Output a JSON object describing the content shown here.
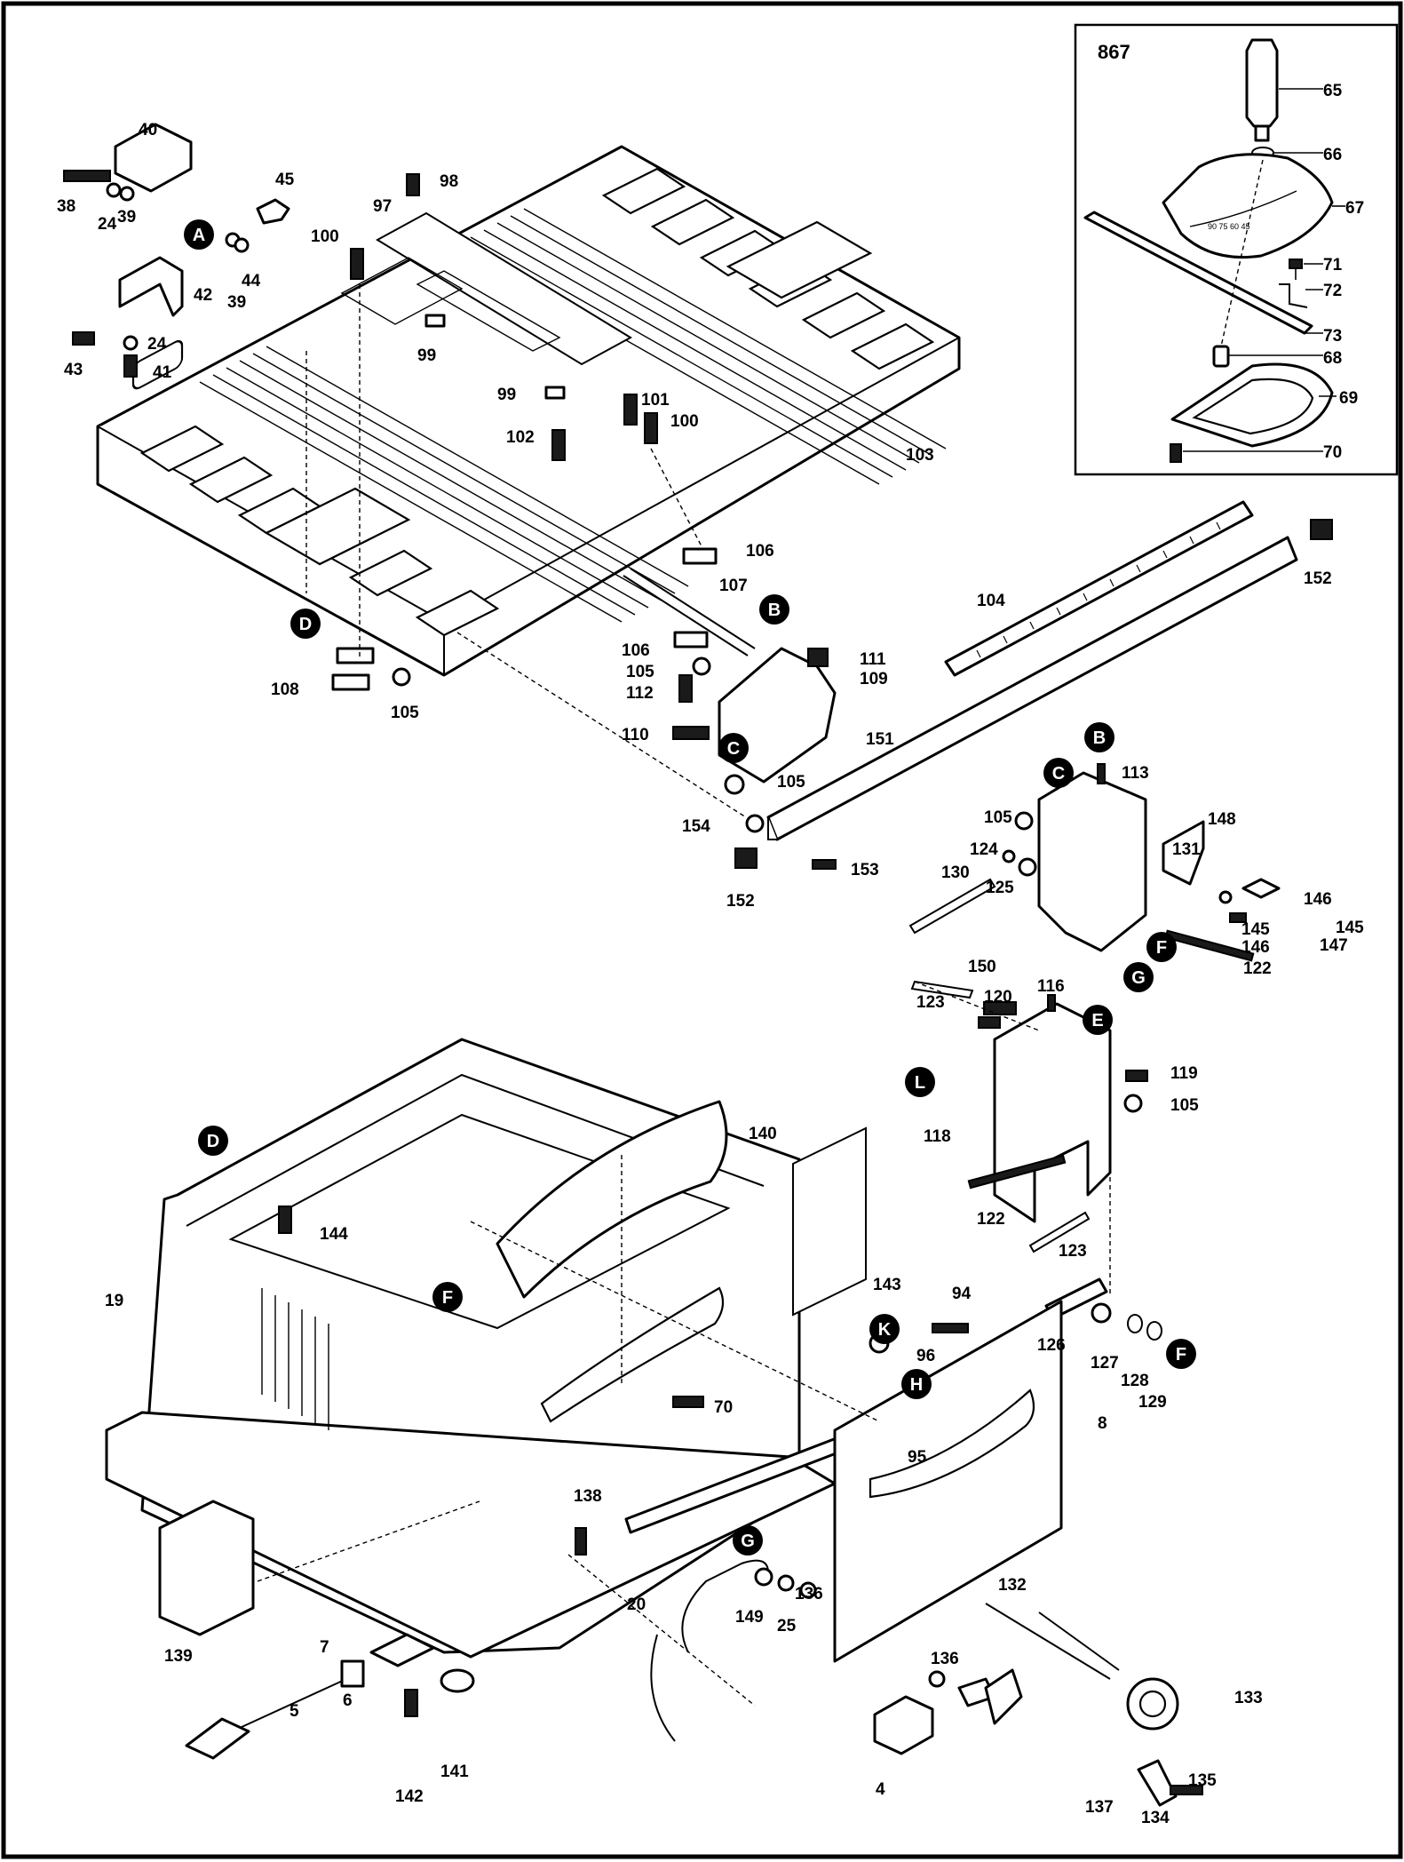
{
  "inset": {
    "title": "867"
  },
  "labels": [
    {
      "id": "p38",
      "text": "38"
    },
    {
      "id": "p24a",
      "text": "24"
    },
    {
      "id": "p39a",
      "text": "39"
    },
    {
      "id": "p40",
      "text": "40"
    },
    {
      "id": "p45",
      "text": "45"
    },
    {
      "id": "p44",
      "text": "44"
    },
    {
      "id": "p39b",
      "text": "39"
    },
    {
      "id": "p42",
      "text": "42"
    },
    {
      "id": "p24b",
      "text": "24"
    },
    {
      "id": "p43",
      "text": "43"
    },
    {
      "id": "p41",
      "text": "41"
    },
    {
      "id": "p98",
      "text": "98"
    },
    {
      "id": "p97",
      "text": "97"
    },
    {
      "id": "p100a",
      "text": "100"
    },
    {
      "id": "p99a",
      "text": "99"
    },
    {
      "id": "p99b",
      "text": "99"
    },
    {
      "id": "p101",
      "text": "101"
    },
    {
      "id": "p100b",
      "text": "100"
    },
    {
      "id": "p102",
      "text": "102"
    },
    {
      "id": "p103",
      "text": "103"
    },
    {
      "id": "p65",
      "text": "65"
    },
    {
      "id": "p66",
      "text": "66"
    },
    {
      "id": "p67",
      "text": "67"
    },
    {
      "id": "p71",
      "text": "71"
    },
    {
      "id": "p72",
      "text": "72"
    },
    {
      "id": "p73",
      "text": "73"
    },
    {
      "id": "p68",
      "text": "68"
    },
    {
      "id": "p69",
      "text": "69"
    },
    {
      "id": "p70a",
      "text": "70"
    },
    {
      "id": "p106a",
      "text": "106"
    },
    {
      "id": "p107",
      "text": "107"
    },
    {
      "id": "p104",
      "text": "104"
    },
    {
      "id": "p152a",
      "text": "152"
    },
    {
      "id": "p106b",
      "text": "106"
    },
    {
      "id": "p105a",
      "text": "105"
    },
    {
      "id": "p111",
      "text": "111"
    },
    {
      "id": "p109",
      "text": "109"
    },
    {
      "id": "p112",
      "text": "112"
    },
    {
      "id": "p110",
      "text": "110"
    },
    {
      "id": "p108",
      "text": "108"
    },
    {
      "id": "p105b",
      "text": "105"
    },
    {
      "id": "p105c",
      "text": "105"
    },
    {
      "id": "p151",
      "text": "151"
    },
    {
      "id": "p154",
      "text": "154"
    },
    {
      "id": "p152b",
      "text": "152"
    },
    {
      "id": "p153",
      "text": "153"
    },
    {
      "id": "p113",
      "text": "113"
    },
    {
      "id": "p105d",
      "text": "105"
    },
    {
      "id": "p124",
      "text": "124"
    },
    {
      "id": "p125",
      "text": "125"
    },
    {
      "id": "p130",
      "text": "130"
    },
    {
      "id": "p131",
      "text": "131"
    },
    {
      "id": "p148",
      "text": "148"
    },
    {
      "id": "p146a",
      "text": "146"
    },
    {
      "id": "p145a",
      "text": "145"
    },
    {
      "id": "p147",
      "text": "147"
    },
    {
      "id": "p145b",
      "text": "145"
    },
    {
      "id": "p146b",
      "text": "146"
    },
    {
      "id": "p122a",
      "text": "122"
    },
    {
      "id": "p150",
      "text": "150"
    },
    {
      "id": "p123a",
      "text": "123"
    },
    {
      "id": "p120",
      "text": "120"
    },
    {
      "id": "p116",
      "text": "116"
    },
    {
      "id": "p119",
      "text": "119"
    },
    {
      "id": "p105e",
      "text": "105"
    },
    {
      "id": "p118",
      "text": "118"
    },
    {
      "id": "p122b",
      "text": "122"
    },
    {
      "id": "p123b",
      "text": "123"
    },
    {
      "id": "p126",
      "text": "126"
    },
    {
      "id": "p127",
      "text": "127"
    },
    {
      "id": "p128",
      "text": "128"
    },
    {
      "id": "p129",
      "text": "129"
    },
    {
      "id": "p140",
      "text": "140"
    },
    {
      "id": "p144",
      "text": "144"
    },
    {
      "id": "p19",
      "text": "19"
    },
    {
      "id": "p143",
      "text": "143"
    },
    {
      "id": "p96",
      "text": "96"
    },
    {
      "id": "p94",
      "text": "94"
    },
    {
      "id": "p70b",
      "text": "70"
    },
    {
      "id": "p95",
      "text": "95"
    },
    {
      "id": "p8",
      "text": "8"
    },
    {
      "id": "p138",
      "text": "138"
    },
    {
      "id": "p139",
      "text": "139"
    },
    {
      "id": "p20",
      "text": "20"
    },
    {
      "id": "p149",
      "text": "149"
    },
    {
      "id": "p25",
      "text": "25"
    },
    {
      "id": "p136a",
      "text": "136"
    },
    {
      "id": "p132",
      "text": "132"
    },
    {
      "id": "p133",
      "text": "133"
    },
    {
      "id": "p136b",
      "text": "136"
    },
    {
      "id": "p7",
      "text": "7"
    },
    {
      "id": "p6",
      "text": "6"
    },
    {
      "id": "p5",
      "text": "5"
    },
    {
      "id": "p142",
      "text": "142"
    },
    {
      "id": "p141",
      "text": "141"
    },
    {
      "id": "p4",
      "text": "4"
    },
    {
      "id": "p137",
      "text": "137"
    },
    {
      "id": "p134",
      "text": "134"
    },
    {
      "id": "p135",
      "text": "135"
    }
  ],
  "badges": [
    {
      "id": "bA",
      "text": "A"
    },
    {
      "id": "bB1",
      "text": "B"
    },
    {
      "id": "bB2",
      "text": "B"
    },
    {
      "id": "bC1",
      "text": "C"
    },
    {
      "id": "bC2",
      "text": "C"
    },
    {
      "id": "bD1",
      "text": "D"
    },
    {
      "id": "bD2",
      "text": "D"
    },
    {
      "id": "bE",
      "text": "E"
    },
    {
      "id": "bF1",
      "text": "F"
    },
    {
      "id": "bF2",
      "text": "F"
    },
    {
      "id": "bF3",
      "text": "F"
    },
    {
      "id": "bG1",
      "text": "G"
    },
    {
      "id": "bG2",
      "text": "G"
    },
    {
      "id": "bH",
      "text": "H"
    },
    {
      "id": "bK",
      "text": "K"
    },
    {
      "id": "bL",
      "text": "L"
    }
  ],
  "miter_scale": {
    "text": "90 75 60 45"
  }
}
